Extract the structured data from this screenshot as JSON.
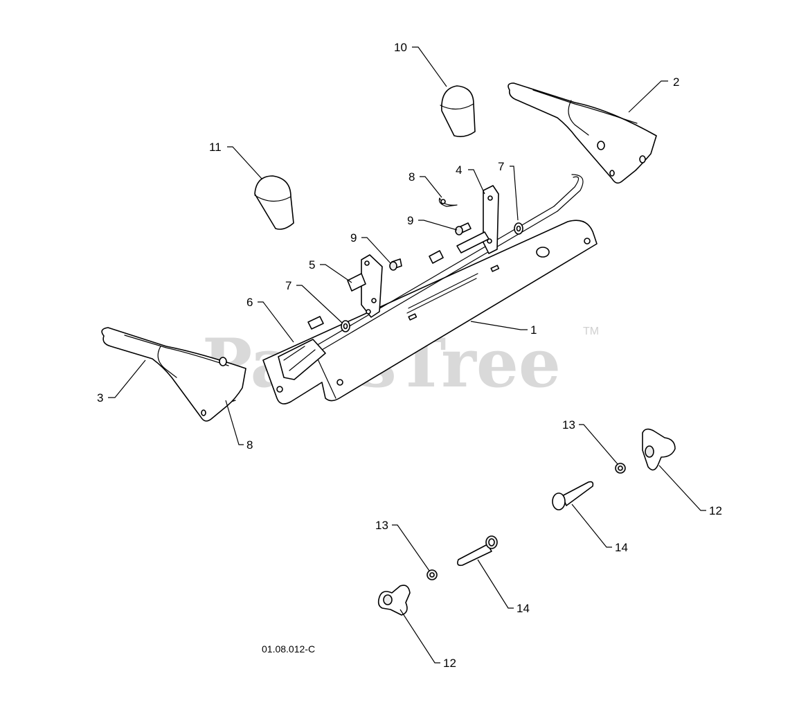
{
  "watermark": {
    "text": "PartsTree",
    "trademark": "TM"
  },
  "reference_code": "01.08.012-C",
  "callouts": {
    "c1": "1",
    "c2": "2",
    "c3": "3",
    "c4": "4",
    "c5": "5",
    "c6": "6",
    "c7a": "7",
    "c7b": "7",
    "c8a": "8",
    "c8b": "8",
    "c9a": "9",
    "c9b": "9",
    "c10": "10",
    "c11": "11",
    "c12a": "12",
    "c12b": "12",
    "c13a": "13",
    "c13b": "13",
    "c14a": "14",
    "c14b": "14"
  },
  "colors": {
    "line": "#000000",
    "watermark": "#d9d9d9",
    "background": "#ffffff"
  }
}
